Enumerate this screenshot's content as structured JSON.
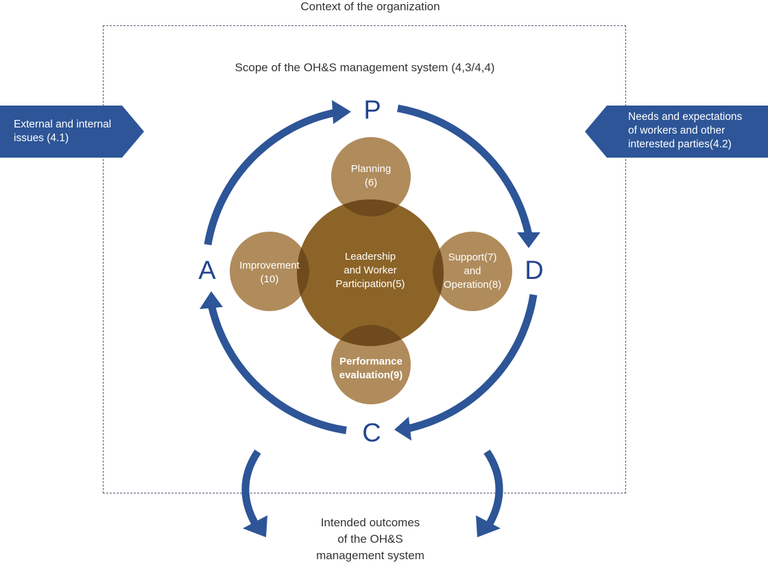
{
  "context_title": "Context of the organization",
  "scope_title": "Scope of the OH&S management system (4,3/4,4)",
  "external_issues": [
    "External and internal",
    "issues (4.1)"
  ],
  "needs_expectations": [
    "Needs and expectations",
    "of workers and other",
    "interested parties(4.2)"
  ],
  "pdca": {
    "p": "P",
    "d": "D",
    "c": "C",
    "a": "A"
  },
  "circles": {
    "center": [
      "Leadership",
      "and Worker",
      "Participation(5)"
    ],
    "planning": [
      "Planning",
      "(6)"
    ],
    "support": [
      "Support(7)",
      "and",
      "Operation(8)"
    ],
    "performance": [
      "Performance",
      "evaluation(9)"
    ],
    "improvement": [
      "Improvement",
      "(10)"
    ]
  },
  "outcomes": [
    "Intended outcomes",
    "of the OH&S",
    "management system"
  ],
  "colors": {
    "arrow_blue": "#2d5597",
    "letter_blue": "#23458f",
    "center_circle": "#8c6428",
    "outer_circle": "#b08c5c",
    "overlap": "#6e4a1c"
  }
}
